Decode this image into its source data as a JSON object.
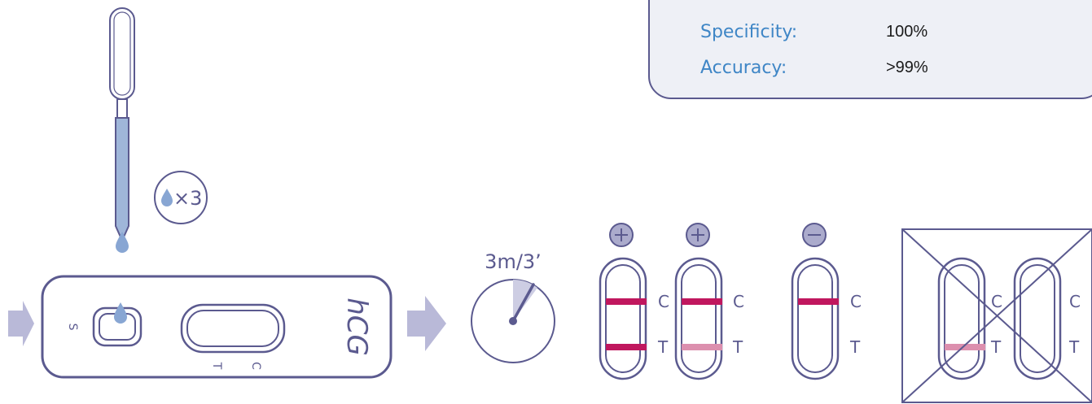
{
  "info": {
    "rows": [
      {
        "label": "Specificity:",
        "value": "100%"
      },
      {
        "label": "Accuracy:",
        "value": ">99%"
      }
    ]
  },
  "steps": {
    "drops_badge": "×3",
    "cassette_brand": "hCG",
    "sample_label": "S",
    "control_label": "C",
    "test_label": "T",
    "time_label": "3m/3’"
  },
  "results": {
    "strip_control": "C",
    "strip_test": "T"
  },
  "colors": {
    "outline": "#5b5a8f",
    "liquid": "#9fb6d9",
    "drop": "#88a6d3",
    "strong_line": "#c0175e",
    "faint_line": "#dc8fae",
    "arrow": "#b9b9d8",
    "label_blue": "#3f86c6",
    "badge_fill": "#ababcc"
  },
  "icons": [
    "plus-icon",
    "minus-icon",
    "drop-icon",
    "timer-icon",
    "arrow-right-icon",
    "invalid-cross-icon"
  ]
}
